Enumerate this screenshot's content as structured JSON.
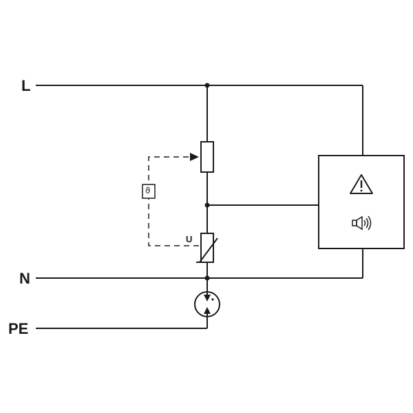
{
  "labels": {
    "line": "L",
    "neutral": "N",
    "earth": "PE",
    "varistor": "U",
    "thermal_symbol": "ϑ"
  },
  "icons": {
    "warning": "warning-triangle-icon",
    "speaker": "speaker-icon"
  },
  "colors": {
    "line": "#1a1a1a",
    "background": "#ffffff"
  }
}
